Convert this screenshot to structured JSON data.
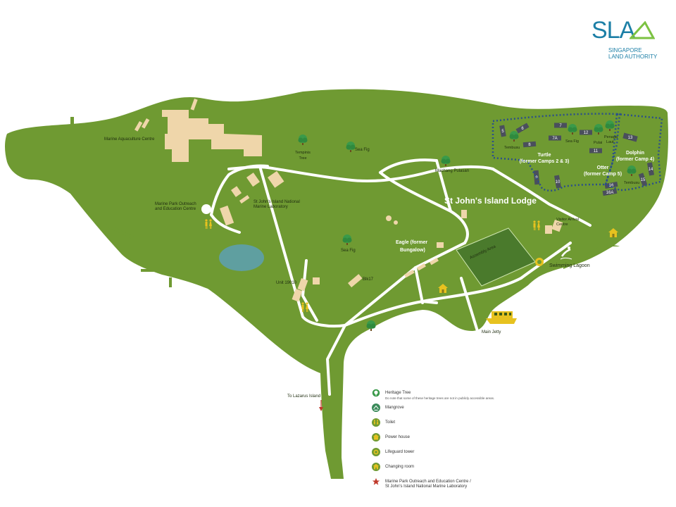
{
  "logo": {
    "mark": "SLA",
    "line1": "SINGAPORE",
    "line2": "LAND AUTHORITY"
  },
  "map": {
    "lodge_title": "St John's Island Lodge",
    "labels": {
      "marine_aquaculture": "Marine Aquaculture Centre",
      "tempinis_1": "Tempinis",
      "tempinis_2": "Tree",
      "sea_fig_top": "Sea Fig",
      "lab_1": "St John's Island National",
      "lab_2": "Marine Laboratory",
      "outreach_1": "Marine Park Outreach",
      "outreach_2": "and Education Centre",
      "sea_fig_mid": "Sea Fig",
      "machang": "Machang Pulasan",
      "eagle_1": "Eagle  (former",
      "eagle_2": "Bungalow)",
      "assembly": "Assembly Area",
      "unit": "Unit 19010",
      "blk17": "Blk17",
      "visitor_1": "Visitor Arrival",
      "visitor_2": "Centre",
      "swim": "Swimming Lagoon",
      "jetty": "Main Jetty",
      "lazarus": "To Lazarus Island",
      "tembusu_1": "Tembusu",
      "sea_fig_camp": "Sea Fig",
      "pulai": "Pulai",
      "penaga_1": "Penaga",
      "penaga_2": "Laut",
      "turtle_1": "Turtle",
      "turtle_2": "(former Camps 2 & 3)",
      "dolphin_1": "Dolphin",
      "dolphin_2": "(former Camp 4)",
      "otter_1": "Otter",
      "otter_2": "(former Camp 5)",
      "tembusu_2": "Tembusu"
    },
    "huts": [
      "5",
      "6",
      "8",
      "7",
      "7A",
      "12",
      "13",
      "11",
      "14",
      "9",
      "10",
      "15",
      "16",
      "16A"
    ]
  },
  "legend": {
    "heritage": "Heritage Tree",
    "heritage_note": "Do note that some of these heritage trees are not in publicly accessible areas.",
    "mangrove": "Mangrove",
    "toilet": "Toilet",
    "power": "Power house",
    "lifeguard": "Lifeguard tower",
    "changing": "Changing room",
    "marine_1": "Marine Park Outreach and Education Centre /",
    "marine_2": "St John's Island National Marine Laboratory"
  },
  "colors": {
    "land": "#6f9a32",
    "road": "#ffffff",
    "building": "#efd6aa",
    "hut": "#4a4f5c",
    "pond": "#5f9fa0",
    "camp_boundary": "#2b4f8a",
    "tree": "#3a9a4a",
    "accent": "#1c7fa6"
  },
  "icons": [
    "heritage-tree-icon",
    "mangrove-icon",
    "toilet-icon",
    "power-house-icon",
    "lifeguard-tower-icon",
    "changing-room-icon",
    "marine-lab-star-icon"
  ]
}
